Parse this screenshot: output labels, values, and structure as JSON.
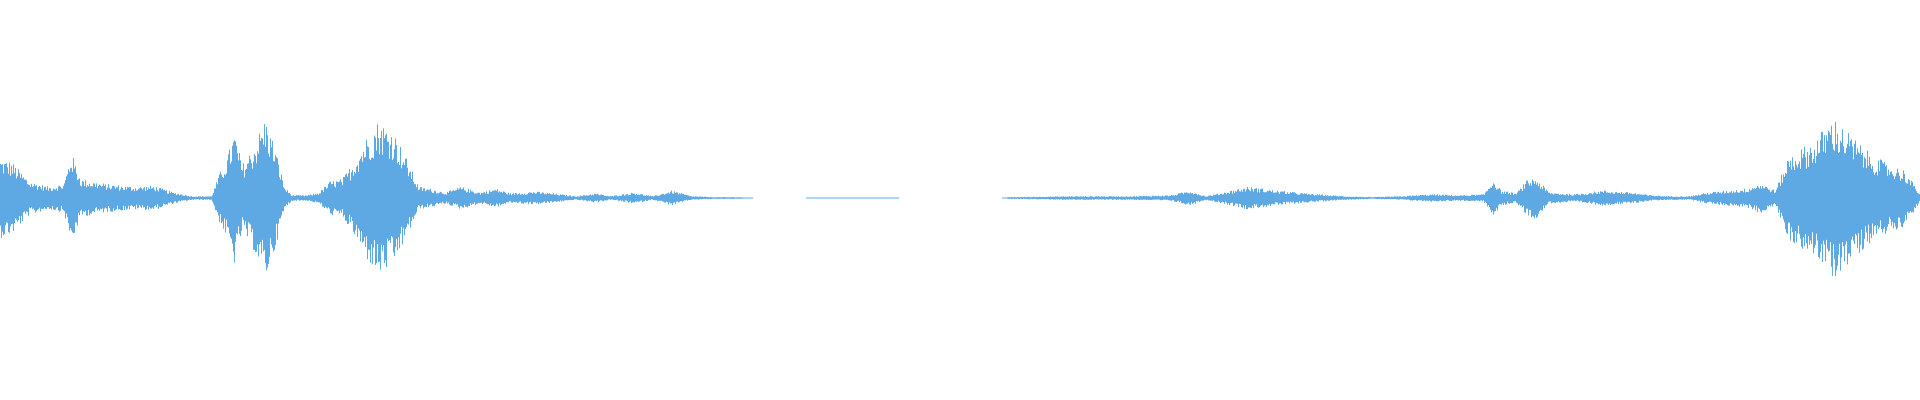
{
  "colors": {
    "background": "#ffffff",
    "wave": "#5ea9e4"
  },
  "waveform": {
    "channels": 1,
    "amplitude_envelope": [
      [
        0.0,
        0.42
      ],
      [
        0.006,
        0.38
      ],
      [
        0.015,
        0.18
      ],
      [
        0.025,
        0.12
      ],
      [
        0.033,
        0.15
      ],
      [
        0.037,
        0.48
      ],
      [
        0.042,
        0.2
      ],
      [
        0.055,
        0.15
      ],
      [
        0.07,
        0.12
      ],
      [
        0.08,
        0.13
      ],
      [
        0.09,
        0.06
      ],
      [
        0.1,
        0.02
      ],
      [
        0.11,
        0.02
      ],
      [
        0.114,
        0.25
      ],
      [
        0.118,
        0.42
      ],
      [
        0.122,
        0.7
      ],
      [
        0.126,
        0.35
      ],
      [
        0.132,
        0.55
      ],
      [
        0.138,
        0.85
      ],
      [
        0.143,
        0.55
      ],
      [
        0.148,
        0.12
      ],
      [
        0.152,
        0.03
      ],
      [
        0.16,
        0.03
      ],
      [
        0.166,
        0.06
      ],
      [
        0.172,
        0.18
      ],
      [
        0.178,
        0.2
      ],
      [
        0.183,
        0.35
      ],
      [
        0.19,
        0.62
      ],
      [
        0.197,
        0.82
      ],
      [
        0.205,
        0.7
      ],
      [
        0.212,
        0.4
      ],
      [
        0.218,
        0.12
      ],
      [
        0.224,
        0.1
      ],
      [
        0.232,
        0.06
      ],
      [
        0.24,
        0.12
      ],
      [
        0.25,
        0.06
      ],
      [
        0.258,
        0.1
      ],
      [
        0.266,
        0.05
      ],
      [
        0.278,
        0.07
      ],
      [
        0.288,
        0.05
      ],
      [
        0.3,
        0.02
      ],
      [
        0.31,
        0.05
      ],
      [
        0.318,
        0.02
      ],
      [
        0.33,
        0.06
      ],
      [
        0.34,
        0.02
      ],
      [
        0.35,
        0.08
      ],
      [
        0.36,
        0.02
      ],
      [
        0.372,
        0.01
      ],
      [
        0.385,
        0.01
      ],
      [
        0.392,
        0.0
      ],
      [
        0.42,
        0.0
      ],
      [
        0.422,
        0.003
      ],
      [
        0.465,
        0.003
      ],
      [
        0.468,
        0.0
      ],
      [
        0.522,
        0.0
      ],
      [
        0.525,
        0.01
      ],
      [
        0.56,
        0.02
      ],
      [
        0.59,
        0.02
      ],
      [
        0.61,
        0.03
      ],
      [
        0.62,
        0.08
      ],
      [
        0.628,
        0.02
      ],
      [
        0.635,
        0.05
      ],
      [
        0.65,
        0.12
      ],
      [
        0.665,
        0.08
      ],
      [
        0.68,
        0.05
      ],
      [
        0.7,
        0.02
      ],
      [
        0.715,
        0.01
      ],
      [
        0.73,
        0.02
      ],
      [
        0.745,
        0.04
      ],
      [
        0.76,
        0.03
      ],
      [
        0.773,
        0.04
      ],
      [
        0.778,
        0.2
      ],
      [
        0.782,
        0.08
      ],
      [
        0.79,
        0.05
      ],
      [
        0.795,
        0.18
      ],
      [
        0.8,
        0.22
      ],
      [
        0.807,
        0.06
      ],
      [
        0.82,
        0.04
      ],
      [
        0.835,
        0.08
      ],
      [
        0.85,
        0.06
      ],
      [
        0.86,
        0.03
      ],
      [
        0.87,
        0.02
      ],
      [
        0.88,
        0.02
      ],
      [
        0.89,
        0.06
      ],
      [
        0.9,
        0.08
      ],
      [
        0.91,
        0.1
      ],
      [
        0.917,
        0.16
      ],
      [
        0.925,
        0.08
      ],
      [
        0.932,
        0.45
      ],
      [
        0.945,
        0.6
      ],
      [
        0.955,
        0.85
      ],
      [
        0.965,
        0.65
      ],
      [
        0.975,
        0.45
      ],
      [
        0.985,
        0.35
      ],
      [
        0.992,
        0.3
      ],
      [
        0.997,
        0.15
      ],
      [
        1.0,
        0.05
      ]
    ]
  }
}
